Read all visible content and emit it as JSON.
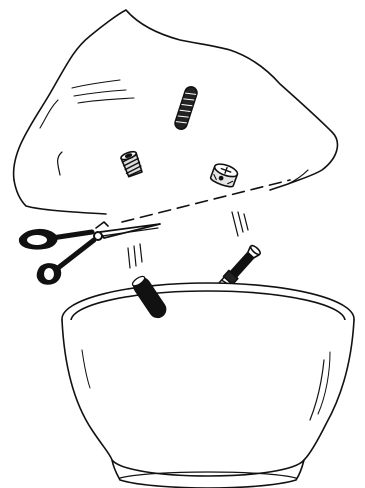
{
  "illustration": {
    "style": "black line art on white",
    "stroke_color": "#111111",
    "fill_color": "#ffffff",
    "background_color": "#ffffff"
  },
  "parts": [
    {
      "name": "bag-icon",
      "kind": "plastic bag",
      "state": "being cut open"
    },
    {
      "name": "scissors-icon",
      "kind": "scissors"
    },
    {
      "name": "threaded-insert-icon",
      "kind": "threaded insert"
    },
    {
      "name": "cam-lock-icon",
      "kind": "cam lock"
    },
    {
      "name": "grooved-dowel-icon",
      "kind": "grooved dowel"
    },
    {
      "name": "cam-bolt-icon",
      "kind": "cam bolt"
    },
    {
      "name": "bowl-icon",
      "kind": "bowl"
    }
  ]
}
